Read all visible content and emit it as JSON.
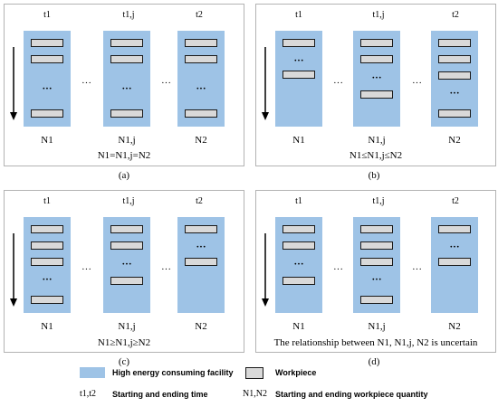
{
  "panels": [
    {
      "caption": "(a)",
      "relation": "N1=N1,j=N2",
      "columns": [
        {
          "time": "t1",
          "n": "N1"
        },
        {
          "time": "t1,j",
          "n": "N1,j"
        },
        {
          "time": "t2",
          "n": "N2"
        }
      ]
    },
    {
      "caption": "(b)",
      "relation": "N1≤N1,j≤N2",
      "columns": [
        {
          "time": "t1",
          "n": "N1"
        },
        {
          "time": "t1,j",
          "n": "N1,j"
        },
        {
          "time": "t2",
          "n": "N2"
        }
      ]
    },
    {
      "caption": "(c)",
      "relation": "N1≥N1,j≥N2",
      "columns": [
        {
          "time": "t1",
          "n": "N1"
        },
        {
          "time": "t1,j",
          "n": "N1,j"
        },
        {
          "time": "t2",
          "n": "N2"
        }
      ]
    },
    {
      "caption": "(d)",
      "relation": "The relationship between N1, N1,j, N2 is uncertain",
      "columns": [
        {
          "time": "t1",
          "n": "N1"
        },
        {
          "time": "t1,j",
          "n": "N1,j"
        },
        {
          "time": "t2",
          "n": "N2"
        }
      ]
    }
  ],
  "legend": {
    "facility_label": "High energy consuming facility",
    "workpiece_label": "Workpiece",
    "time_symbols": "t1,t2",
    "time_label": "Starting and ending time",
    "quantity_symbols": "N1,N2",
    "quantity_label": "Starting and ending workpiece quantity"
  },
  "colors": {
    "facility": "#9ec3e6",
    "workpiece": "#d9d9d9",
    "border": "#b3b3b3"
  }
}
